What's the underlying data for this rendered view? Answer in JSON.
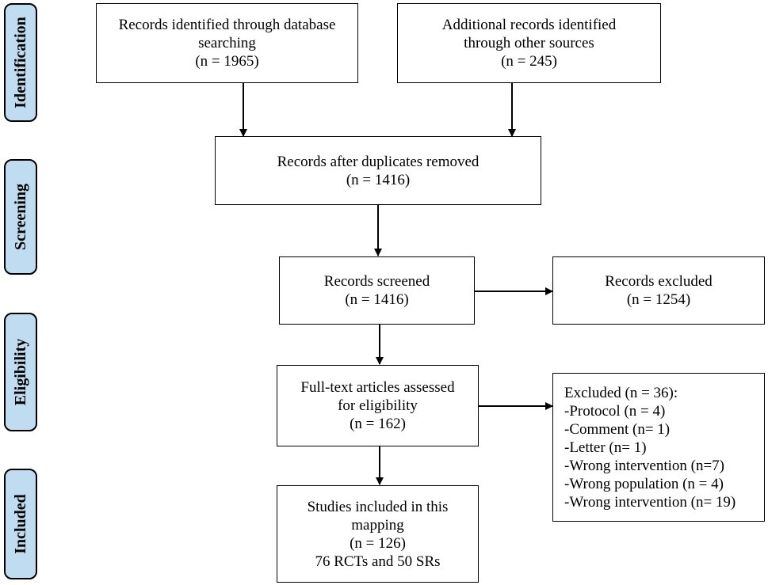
{
  "phases": {
    "identification": "Identification",
    "screening": "Screening",
    "eligibility": "Eligibility",
    "included": "Included"
  },
  "boxes": {
    "db_search": {
      "lines": [
        "Records identified through database",
        "searching",
        "(n = 1965)"
      ]
    },
    "other_sources": {
      "lines": [
        "Additional records identified",
        "through other sources",
        "(n = 245)"
      ]
    },
    "dup_removed": {
      "lines": [
        "Records after duplicates removed",
        "(n = 1416)"
      ]
    },
    "screened": {
      "lines": [
        "Records screened",
        "(n = 1416)"
      ]
    },
    "excluded": {
      "lines": [
        "Records excluded",
        "(n = 1254)"
      ]
    },
    "full_text": {
      "lines": [
        "Full-text articles assessed",
        "for eligibility",
        "(n = 162)"
      ]
    },
    "excluded_reasons": {
      "lines": [
        "Excluded (n = 36):",
        "-Protocol (n = 4)",
        "-Comment (n= 1)",
        "-Letter (n= 1)",
        "-Wrong intervention (n=7)",
        "-Wrong population (n = 4)",
        "-Wrong intervention (n= 19)"
      ]
    },
    "included": {
      "lines": [
        "Studies included in this",
        "mapping",
        "(n = 126)",
        "76 RCTs and 50 SRs"
      ]
    }
  }
}
